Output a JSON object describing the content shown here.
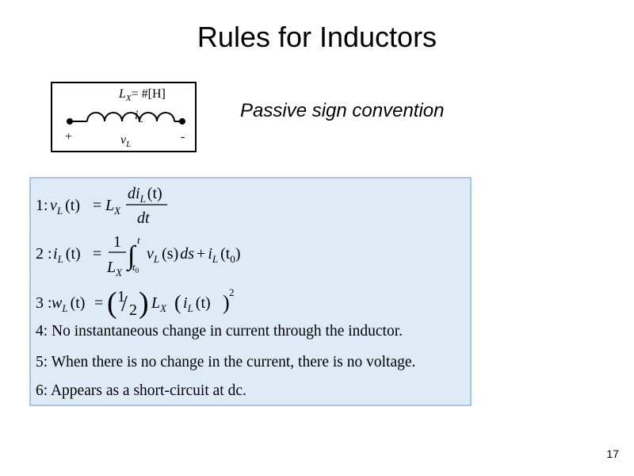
{
  "slide": {
    "title": "Rules for Inductors",
    "subtitle": "Passive sign convention",
    "page_number": "17"
  },
  "circuit": {
    "inductance_label": "L",
    "inductance_sub": "X",
    "inductance_value": "= #[H]",
    "current_label": "i",
    "current_sub": "L",
    "voltage_label": "v",
    "voltage_sub": "L",
    "plus": "+",
    "minus": "-"
  },
  "equations": {
    "eq1": {
      "number": "1:",
      "v": "v",
      "v_sub": "L",
      "arg": "(t)",
      "equals": "=",
      "L": "L",
      "L_sub": "X",
      "num_d": "di",
      "num_sub": "L",
      "num_arg": "(t)",
      "den": "dt"
    },
    "eq2": {
      "number": "2 :",
      "i": "i",
      "i_sub": "L",
      "arg": "(t)",
      "equals": "=",
      "frac_num": "1",
      "frac_den": "L",
      "frac_den_sub": "X",
      "int_sign": "∫",
      "upper": "t",
      "lower": "t",
      "lower_sub": "0",
      "v": "v",
      "v_sub": "L",
      "v_arg": "(s)",
      "ds": "ds",
      "plus": "+",
      "i2": "i",
      "i2_sub": "L",
      "i2_arg_open": "(t",
      "i2_arg_sub": "0",
      "i2_arg_close": ")"
    },
    "eq3": {
      "number": "3 :",
      "w": "w",
      "w_sub": "L",
      "arg": "(t)",
      "equals": "=",
      "paren_open": "(",
      "half_num": "1",
      "half_slash": "/",
      "half_den": "2",
      "paren_close": ")",
      "L": "L",
      "L_sub": "X",
      "inner_open": "(",
      "i": "i",
      "i_sub": "L",
      "i_arg": "(t)",
      "inner_close": ")",
      "exponent": "2"
    }
  },
  "statements": [
    "4: No instantaneous change in current through the inductor.",
    "5: When there is no change in the current, there is no voltage.",
    "6: Appears as a short-circuit at dc."
  ]
}
